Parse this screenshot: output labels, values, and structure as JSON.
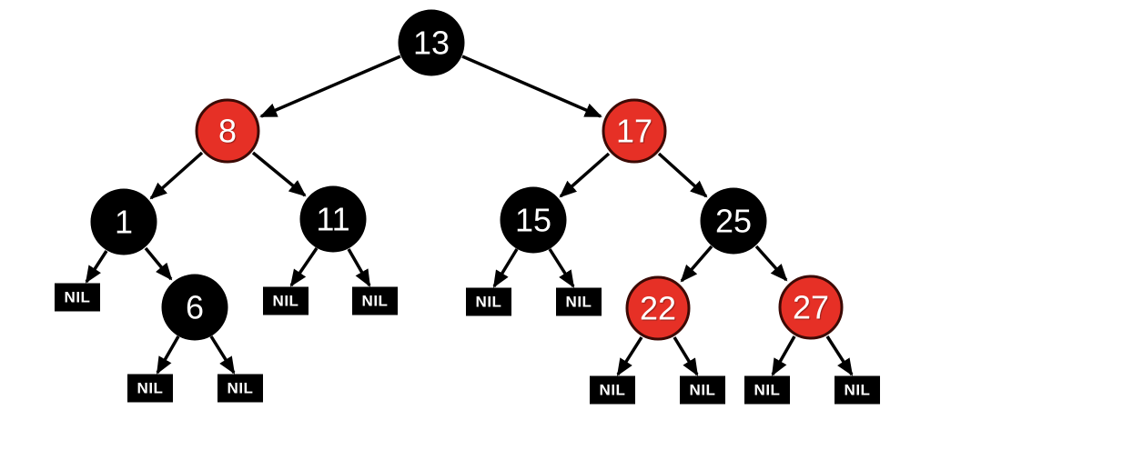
{
  "diagram": {
    "kind": "red-black-tree",
    "colors": {
      "red": "#e63026",
      "red_border": "#3c0a05",
      "black": "#000000",
      "node_text": "#ffffff",
      "edge": "#000000",
      "background": "#ffffff"
    },
    "nil_label": "NIL",
    "nodes": {
      "n13": {
        "label": "13",
        "color": "black"
      },
      "n8": {
        "label": "8",
        "color": "red"
      },
      "n17": {
        "label": "17",
        "color": "red"
      },
      "n1": {
        "label": "1",
        "color": "black"
      },
      "n11": {
        "label": "11",
        "color": "black"
      },
      "n15": {
        "label": "15",
        "color": "black"
      },
      "n25": {
        "label": "25",
        "color": "black"
      },
      "n6": {
        "label": "6",
        "color": "black"
      },
      "n22": {
        "label": "22",
        "color": "red"
      },
      "n27": {
        "label": "27",
        "color": "red"
      }
    },
    "tree": {
      "value": 13,
      "color": "black",
      "left": {
        "value": 8,
        "color": "red",
        "left": {
          "value": 1,
          "color": "black",
          "left": "NIL",
          "right": {
            "value": 6,
            "color": "black",
            "left": "NIL",
            "right": "NIL"
          }
        },
        "right": {
          "value": 11,
          "color": "black",
          "left": "NIL",
          "right": "NIL"
        }
      },
      "right": {
        "value": 17,
        "color": "red",
        "left": {
          "value": 15,
          "color": "black",
          "left": "NIL",
          "right": "NIL"
        },
        "right": {
          "value": 25,
          "color": "black",
          "left": {
            "value": 22,
            "color": "red",
            "left": "NIL",
            "right": "NIL"
          },
          "right": {
            "value": 27,
            "color": "red",
            "left": "NIL",
            "right": "NIL"
          }
        }
      }
    }
  }
}
